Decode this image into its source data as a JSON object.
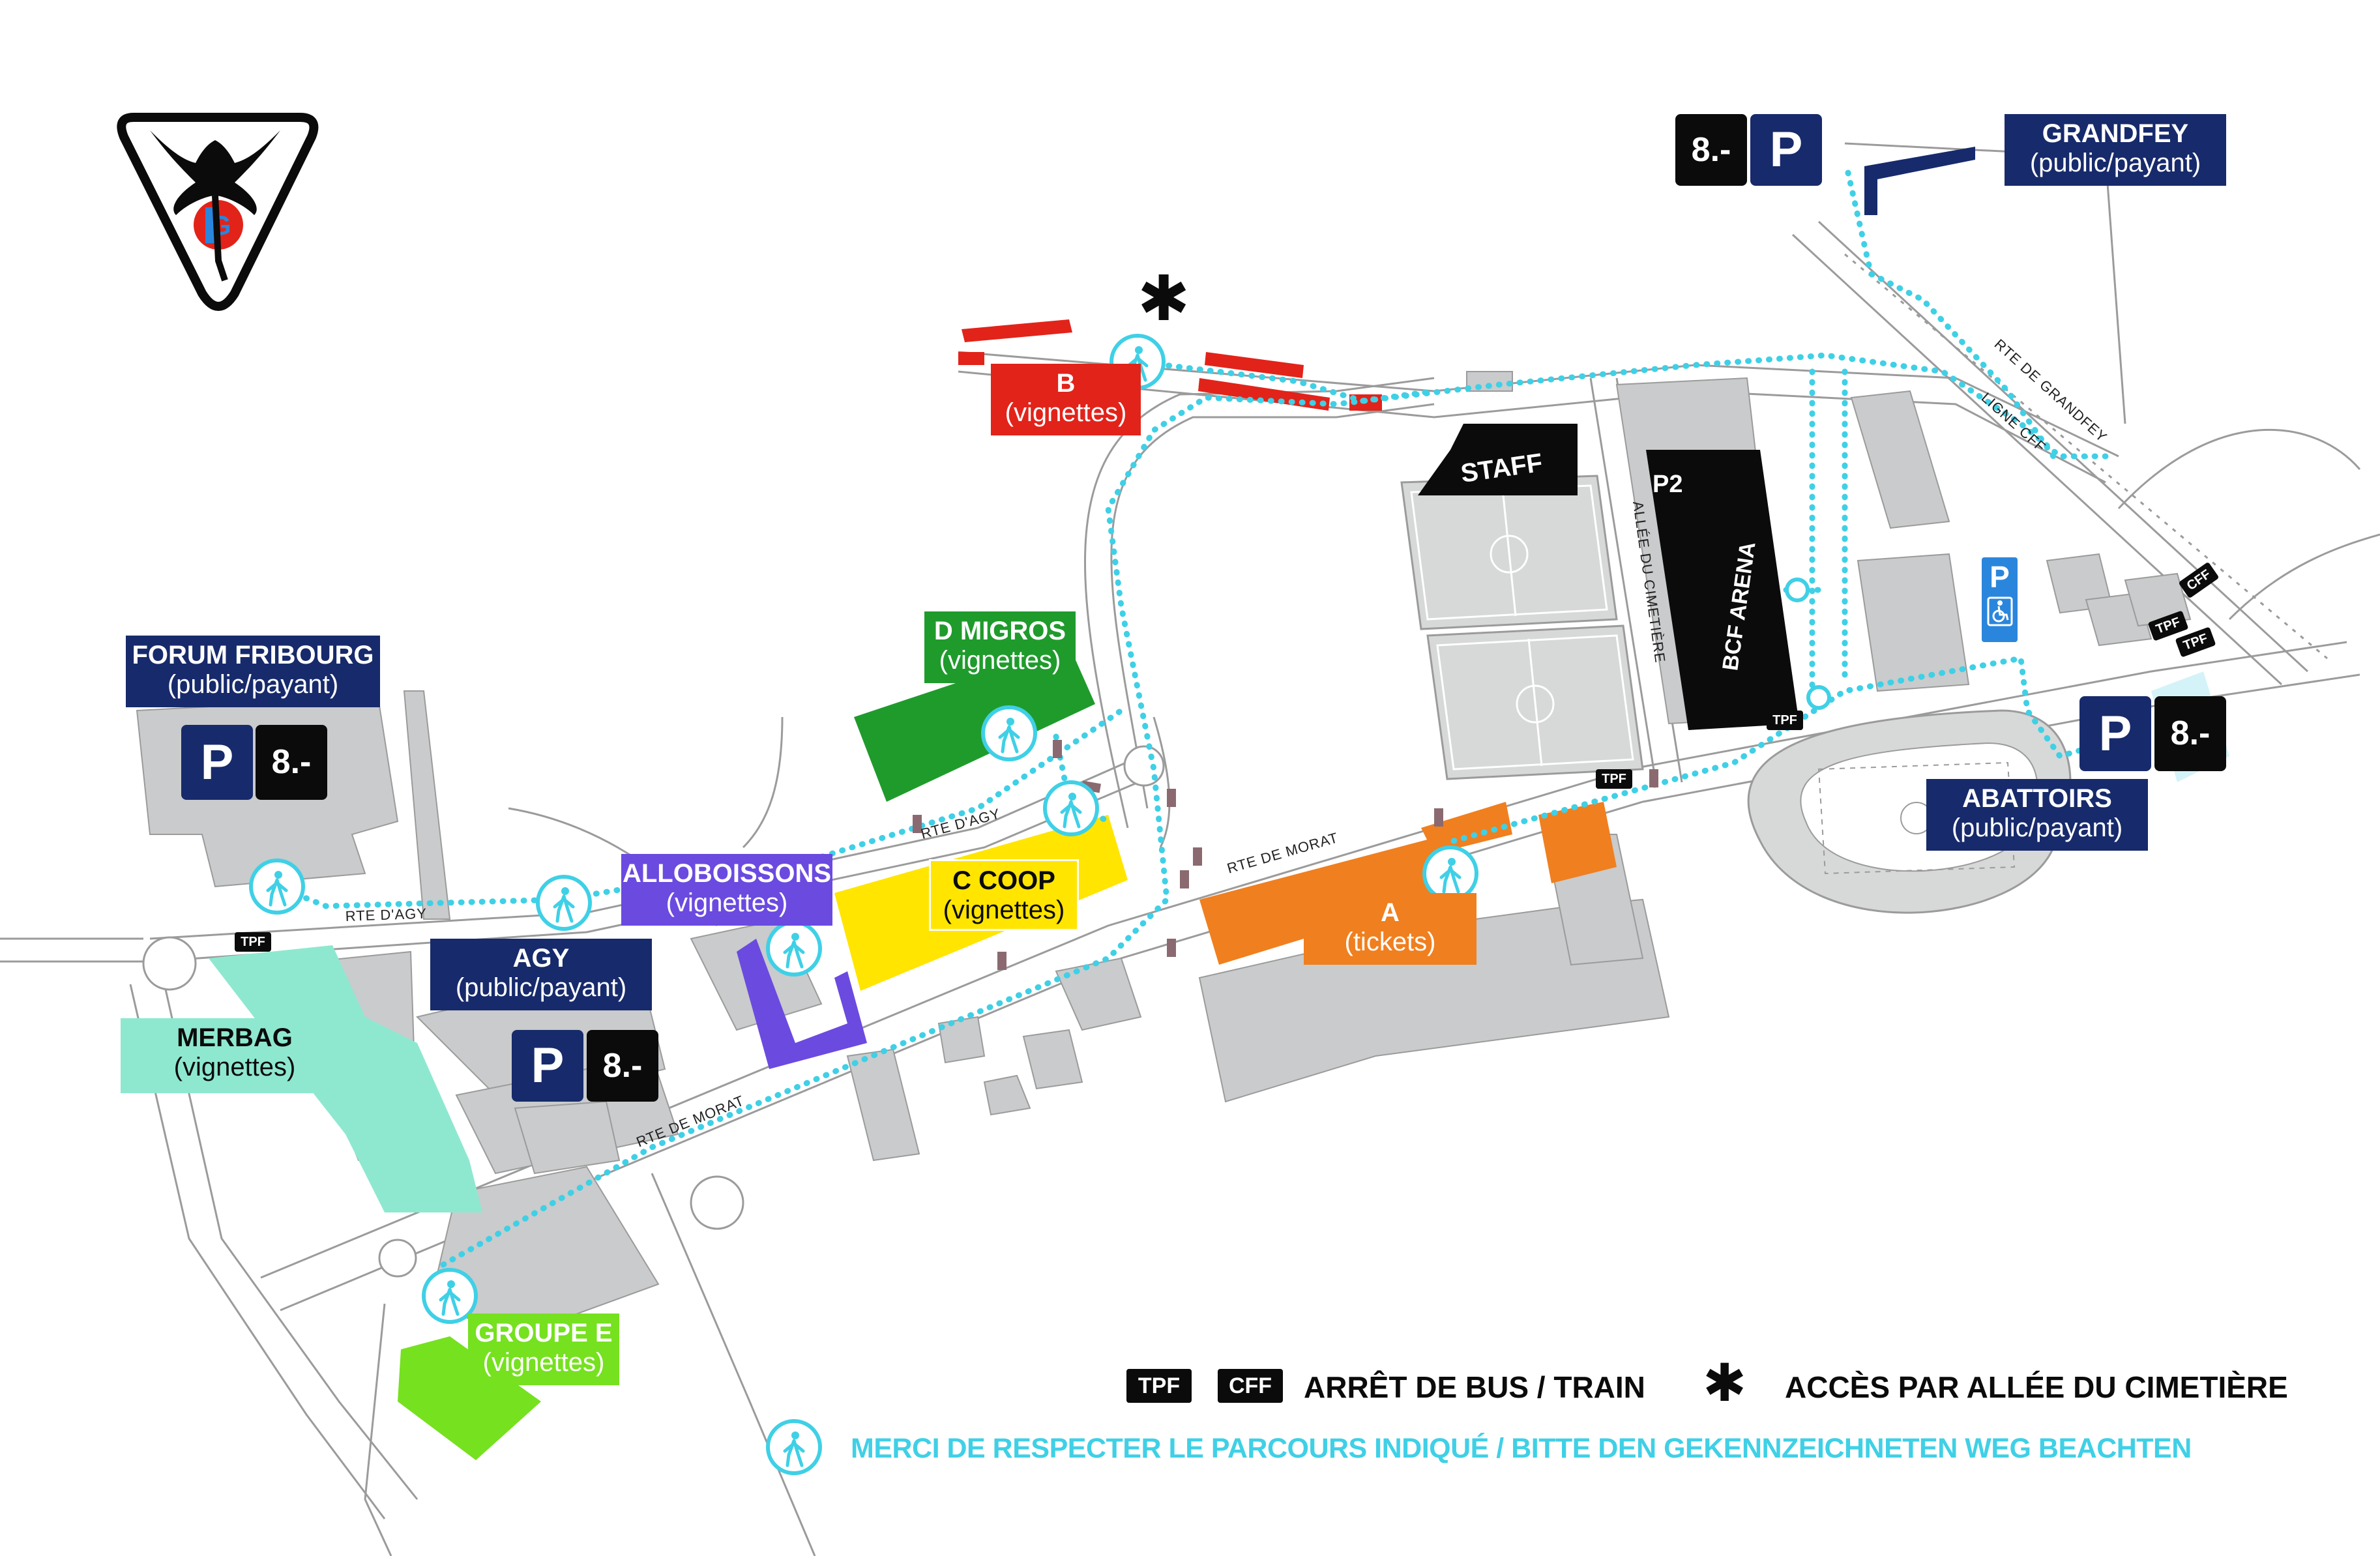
{
  "colors": {
    "accent_path": "#3fd0e6",
    "navy": "#172a6b",
    "black": "#0b0b0b",
    "red": "#e2231a",
    "green": "#1f9b2c",
    "yellow": "#ffe500",
    "purple": "#6b4ae0",
    "orange": "#f07f1f",
    "mint": "#8ee8d0",
    "lime": "#76e11f",
    "blue": "#2a86dc",
    "building": "#c9cbcc"
  },
  "parkings": {
    "b": {
      "name": "B",
      "sub": "(vignettes)"
    },
    "d": {
      "name": "D MIGROS",
      "sub": "(vignettes)"
    },
    "c": {
      "name": "C COOP",
      "sub": "(vignettes)"
    },
    "alloboissons": {
      "name": "ALLOBOISSONS",
      "sub": "(vignettes)"
    },
    "a": {
      "name": "A",
      "sub": "(tickets)"
    },
    "forum": {
      "name": "FORUM FRIBOURG",
      "sub": "(public/payant)"
    },
    "agy": {
      "name": "AGY",
      "sub": "(public/payant)"
    },
    "merbag": {
      "name": "MERBAG",
      "sub": "(vignettes)"
    },
    "groupe_e": {
      "name": "GROUPE E",
      "sub": "(vignettes)"
    },
    "grandfey": {
      "name": "GRANDFEY",
      "sub": "(public/payant)"
    },
    "abattoirs": {
      "name": "ABATTOIRS",
      "sub": "(public/payant)"
    }
  },
  "price": "8.-",
  "p_letter": "P",
  "areas": {
    "staff": "STAFF",
    "p2": "P2",
    "arena": "BCF ARENA"
  },
  "roads": {
    "rte_agy_1": "RTE D'AGY",
    "rte_agy_2": "RTE D'AGY",
    "rte_morat_1": "RTE DE MORAT",
    "rte_morat_2": "RTE DE MORAT",
    "allee": "ALLÉE DU CIMETIÈRE",
    "grandfey": "RTE DE GRANDFEY",
    "ligne": "LIGNE CFF"
  },
  "stops": {
    "tpf": "TPF",
    "cff": "CFF"
  },
  "legend": {
    "tpf": "TPF",
    "cff": "CFF",
    "bus_train": "ARRÊT DE BUS / TRAIN",
    "access": "ACCÈS PAR ALLÉE DU CIMETIÈRE",
    "route_note": "MERCI DE RESPECTER LE PARCOURS INDIQUÉ / BITTE DEN GEKENNZEICHNETEN WEG BEACHTEN",
    "asterisk": "✱"
  },
  "map_asterisk": "✱",
  "icons": {
    "pedestrian": "pedestrian-icon",
    "wheelchair": "wheelchair-icon",
    "logo": "hc-fribourg-gotteron-logo"
  }
}
